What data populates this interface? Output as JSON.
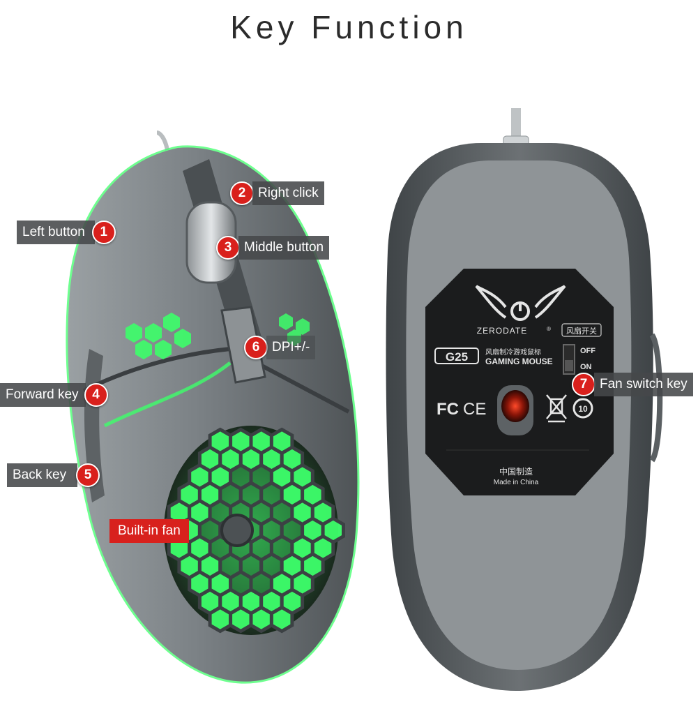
{
  "title": "Key Function",
  "callouts": {
    "left_button": {
      "num": "1",
      "label": "Left button"
    },
    "right_click": {
      "num": "2",
      "label": "Right click"
    },
    "middle_button": {
      "num": "3",
      "label": "Middle button"
    },
    "forward_key": {
      "num": "4",
      "label": "Forward key"
    },
    "back_key": {
      "num": "5",
      "label": "Back key"
    },
    "dpi": {
      "num": "6",
      "label": "DPI+/-"
    },
    "fan_switch": {
      "num": "7",
      "label": "Fan switch key"
    }
  },
  "builtin_fan": "Built-in fan",
  "plate": {
    "brand": "ZERODATE",
    "trademark": "®",
    "fan_switch_cn": "风扇开关",
    "model": "G25",
    "product_cn": "风扇制冷游戏鼠标",
    "product_en": "GAMING MOUSE",
    "switch_off": "OFF",
    "switch_on": "ON",
    "cert_fc": "FC",
    "cert_ce": "CE",
    "cert_10": "10",
    "made_cn": "中国制造",
    "made_en": "Made in China"
  },
  "colors": {
    "badge_red": "#d9201c",
    "label_gray": "#46484a",
    "glow_green": "#3dff6a",
    "shell_gray": "#707578"
  }
}
